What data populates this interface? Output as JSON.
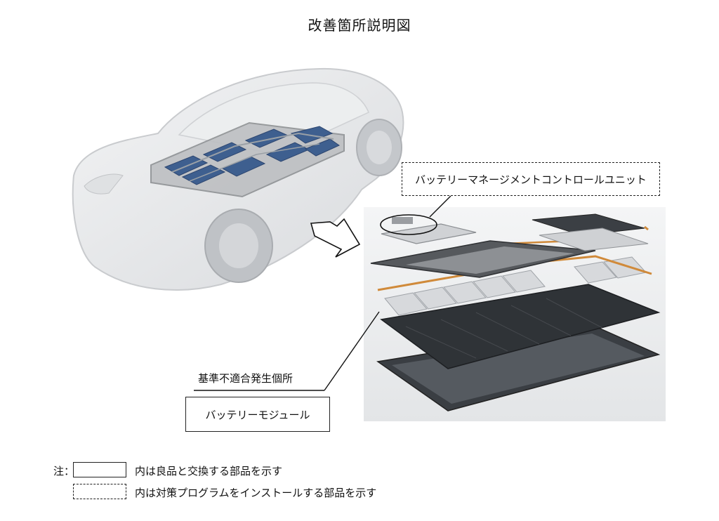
{
  "title": "改善箇所説明図",
  "callouts": {
    "bmc_unit": "バッテリーマネージメントコントロールユニット",
    "location": "基準不適合発生個所",
    "battery_module": "バッテリーモジュール"
  },
  "legend": {
    "note_label": "注：",
    "solid_text": "内は良品と交換する部品を示す",
    "dashed_text": "内は対策プログラムをインストールする部品を示す"
  },
  "colors": {
    "battery_cell": "#3e5f8f",
    "wiring": "#d08a3a",
    "tray": "#2f3337",
    "car_body": "#e6e7e9"
  }
}
